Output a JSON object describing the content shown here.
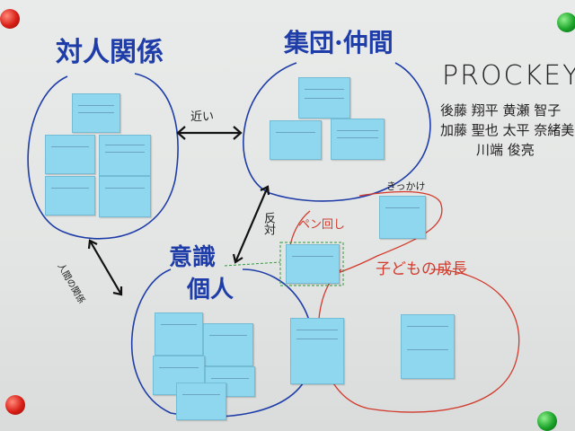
{
  "headings": {
    "interpersonal": "対人関係",
    "group": "集団·仲間",
    "awareness": "意識",
    "individual": "個人",
    "child_growth": "子どもの成長"
  },
  "team": {
    "name": "PROCKEY",
    "members_row1": "後藤 翔平  黄瀬 智子",
    "members_row2": "加藤 聖也  太平 奈緒美",
    "members_row3": "川端 俊亮"
  },
  "arrow_labels": {
    "close": "近い",
    "opposite": "反対",
    "between": "人間の関係",
    "trigger": "きっかけ",
    "pen_spin": "ペン回し"
  },
  "colors": {
    "sticky_note": "#8ed7ee",
    "blue_ink": "#1f3da8",
    "red_ink": "#d23a2c",
    "green_ink": "#2f9a3a"
  }
}
